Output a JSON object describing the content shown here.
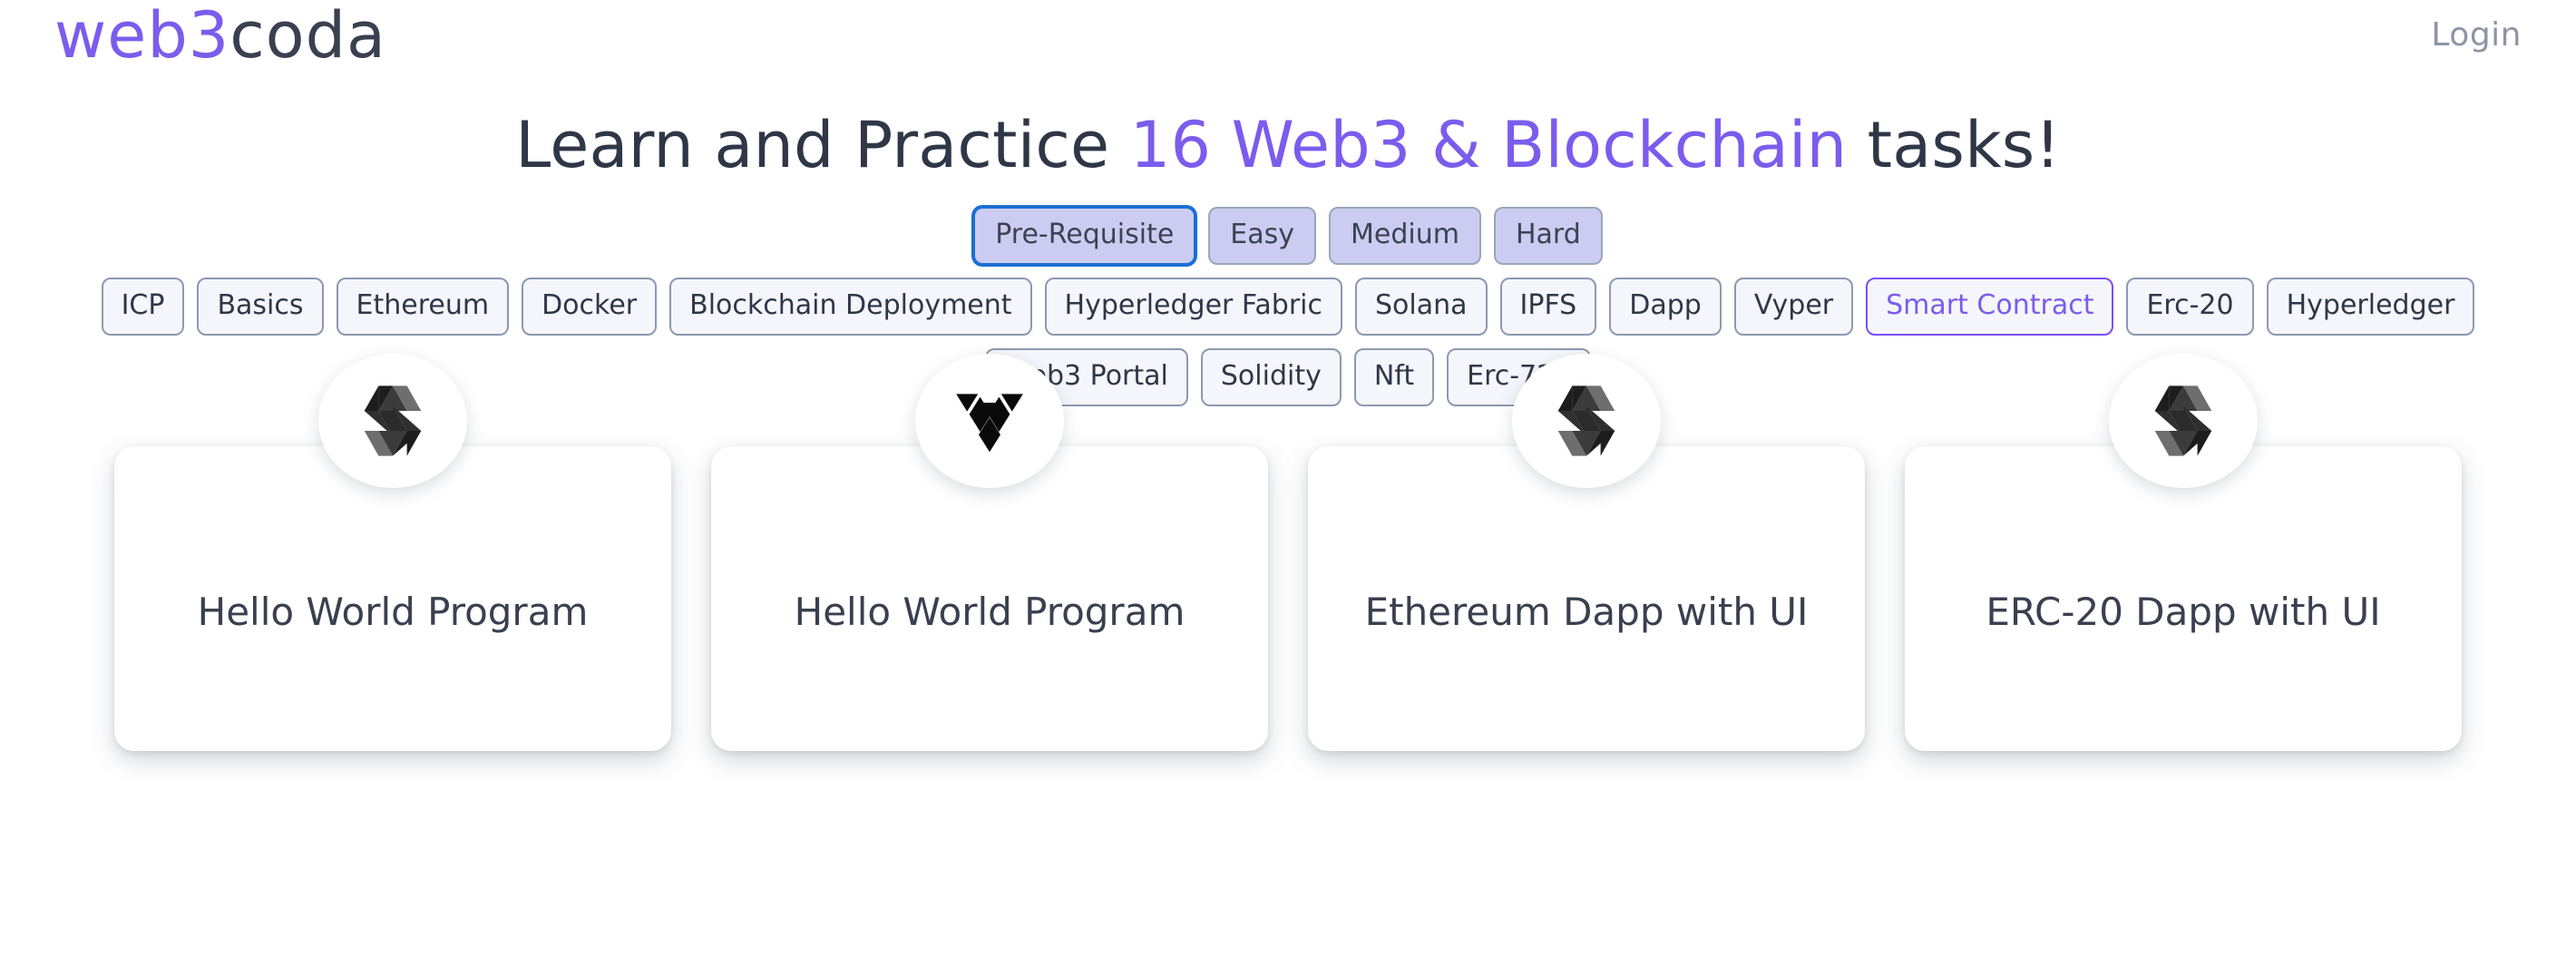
{
  "header": {
    "logo": {
      "primary": "web3",
      "secondary": "coda",
      "icon": "web3coda-logo"
    },
    "login_label": "Login"
  },
  "hero": {
    "title_prefix": "Learn and Practice ",
    "title_accent": "16 Web3 & Blockchain",
    "title_suffix": " tasks!",
    "task_count": 16,
    "accent_color": "#7b5ced",
    "text_color": "#2f3747"
  },
  "filters": {
    "difficulty": {
      "selected": "Pre-Requisite",
      "options": [
        {
          "label": "Pre-Requisite",
          "focused": true
        },
        {
          "label": "Easy",
          "focused": false
        },
        {
          "label": "Medium",
          "focused": false
        },
        {
          "label": "Hard",
          "focused": false
        }
      ],
      "background_color": "#ccccf2",
      "focus_ring_color": "#1a6fd4"
    },
    "tags": {
      "selected": "Smart Contract",
      "selected_color": "#7b5ced",
      "row1": [
        {
          "label": "ICP",
          "selected": false
        },
        {
          "label": "Basics",
          "selected": false
        },
        {
          "label": "Ethereum",
          "selected": false
        },
        {
          "label": "Docker",
          "selected": false
        },
        {
          "label": "Blockchain Deployment",
          "selected": false
        },
        {
          "label": "Hyperledger Fabric",
          "selected": false
        },
        {
          "label": "Solana",
          "selected": false
        },
        {
          "label": "IPFS",
          "selected": false
        },
        {
          "label": "Dapp",
          "selected": false
        },
        {
          "label": "Vyper",
          "selected": false
        },
        {
          "label": "Smart Contract",
          "selected": true
        },
        {
          "label": "Erc-20",
          "selected": false
        },
        {
          "label": "Hyperledger",
          "selected": false
        }
      ],
      "row2": [
        {
          "label": "Web3 Portal",
          "selected": false
        },
        {
          "label": "Solidity",
          "selected": false
        },
        {
          "label": "Nft",
          "selected": false
        },
        {
          "label": "Erc-721",
          "selected": false
        }
      ]
    }
  },
  "cards": [
    {
      "title": "Hello World Program",
      "icon": "solidity-icon"
    },
    {
      "title": "Hello World Program",
      "icon": "vyper-icon"
    },
    {
      "title": "Ethereum Dapp with UI",
      "icon": "solidity-icon"
    },
    {
      "title": "ERC-20 Dapp with UI",
      "icon": "solidity-icon"
    }
  ]
}
